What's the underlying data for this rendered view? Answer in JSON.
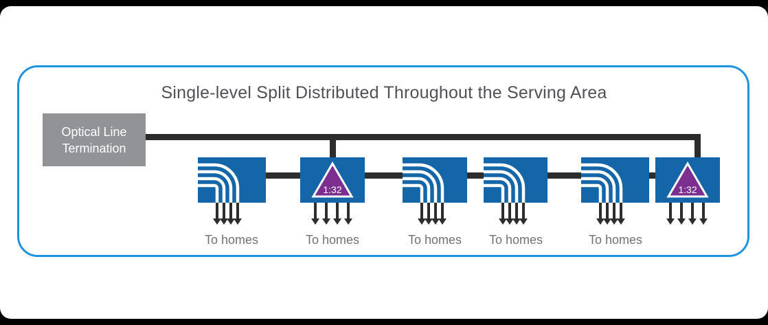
{
  "diagram": {
    "title": "Single-level Split Distributed Throughout the Serving Area",
    "olt": {
      "line1": "Optical Line",
      "line2": "Termination"
    },
    "splitters": [
      {
        "id": 1,
        "type": "fanout",
        "homes_label": "To homes"
      },
      {
        "id": 2,
        "type": "ratio-splitter",
        "ratio": "1:32",
        "homes_label": "To homes"
      },
      {
        "id": 3,
        "type": "fanout",
        "homes_label": "To homes"
      },
      {
        "id": 4,
        "type": "fanout",
        "homes_label": "To homes"
      },
      {
        "id": 5,
        "type": "fanout",
        "homes_label": "To homes"
      },
      {
        "id": 6,
        "type": "ratio-splitter",
        "ratio": "1:32"
      }
    ],
    "icons": {
      "fanout": "fiber-fanout-icon",
      "ratio_splitter": "split-ratio-triangle-icon",
      "drop": "down-arrow-icon"
    },
    "colors": {
      "frame_blue": "#1d93e0",
      "splitter_blue": "#1565a9",
      "triangle_purple": "#7d2f90",
      "line_dark": "#2d2d2d",
      "olt_gray": "#919396",
      "title_text": "#4f5154",
      "label_text": "#707276"
    }
  }
}
